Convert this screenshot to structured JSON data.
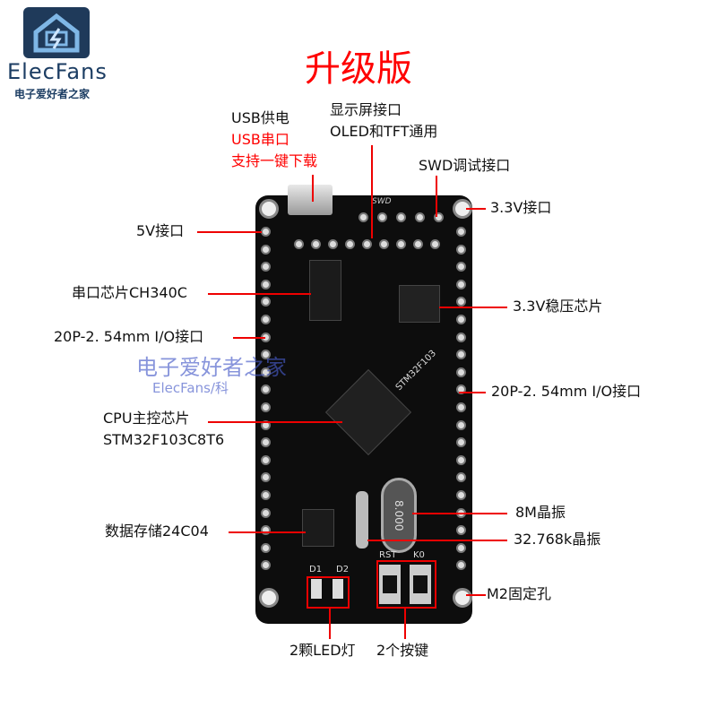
{
  "logo": {
    "brand": "ElecFans",
    "subtitle": "电子爱好者之家"
  },
  "title": "升级版",
  "watermark": {
    "line1": "电子爱好者之家",
    "line2": "ElecFans/科"
  },
  "board": {
    "mcu_marking": "STM32F103",
    "swd_marking": "SWD",
    "crystal_marking": "8.000",
    "button_rst": "RST",
    "button_k0": "K0",
    "led_d1": "D1",
    "led_d2": "D2"
  },
  "labels": {
    "usb_power": "USB供电",
    "usb_serial": "USB串口",
    "one_key_download": "支持一键下载",
    "display_if": "显示屏接口",
    "display_compat": "OLED和TFT通用",
    "swd": "SWD调试接口",
    "v33_if": "3.3V接口",
    "v5_if": "5V接口",
    "ch340": "串口芯片CH340C",
    "regulator": "3.3V稳压芯片",
    "io_left": "20P-2. 54mm I/O接口",
    "io_right": "20P-2. 54mm I/O接口",
    "cpu": "CPU主控芯片",
    "cpu_model": "STM32F103C8T6",
    "xtal8m": "8M晶振",
    "xtal32k": "32.768k晶振",
    "eeprom": "数据存储24C04",
    "m2_hole": "M2固定孔",
    "leds": "2颗LED灯",
    "buttons": "2个按键"
  },
  "colors": {
    "accent": "#ff0000",
    "board": "#0d0d0d"
  }
}
